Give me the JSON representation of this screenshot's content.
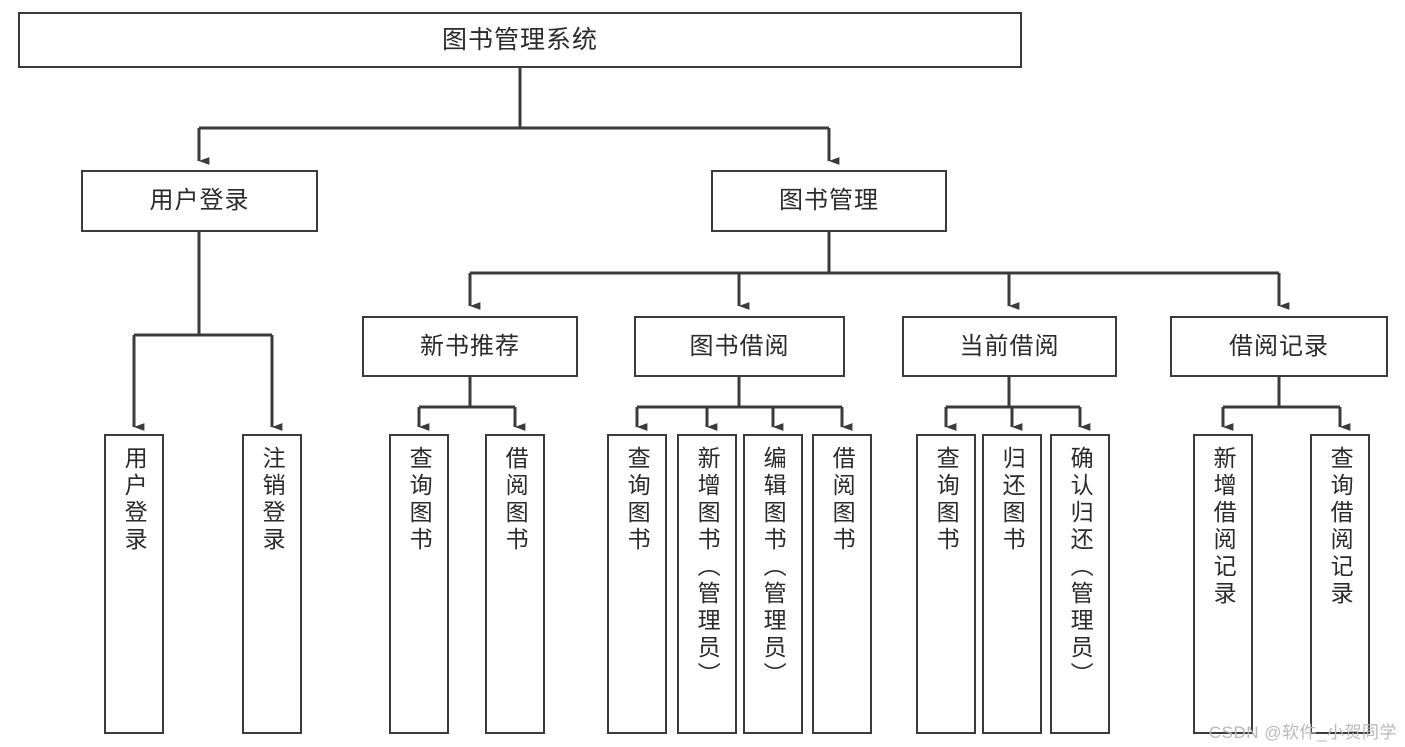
{
  "diagram": {
    "type": "tree-hierarchy",
    "title": "图书管理系统",
    "watermark": "CSDN @软件_小贺同学",
    "colors": {
      "box_border": "#3b3b3b",
      "box_fill": "#ffffff",
      "edge": "#3b3b3b",
      "text": "#2a2a2a",
      "watermark": "#b8b8b8",
      "background": "#ffffff"
    }
  },
  "nodes": {
    "root": {
      "label": "图书管理系统",
      "level": 1
    },
    "level2": [
      {
        "id": "user-login",
        "label": "用户登录"
      },
      {
        "id": "book-management",
        "label": "图书管理"
      }
    ],
    "level3": [
      {
        "id": "new-book-recommend",
        "label": "新书推荐"
      },
      {
        "id": "book-borrow",
        "label": "图书借阅"
      },
      {
        "id": "current-borrow",
        "label": "当前借阅"
      },
      {
        "id": "borrow-record",
        "label": "借阅记录"
      }
    ],
    "leaves": {
      "user_login": [
        {
          "id": "leaf-user-login",
          "label": "用户登录"
        },
        {
          "id": "leaf-logout-login",
          "label": "注销登录"
        }
      ],
      "new_book_recommend": [
        {
          "id": "leaf-query-book-1",
          "label": "查询图书"
        },
        {
          "id": "leaf-borrow-book-1",
          "label": "借阅图书"
        }
      ],
      "book_borrow": [
        {
          "id": "leaf-query-book-2",
          "label": "查询图书"
        },
        {
          "id": "leaf-add-book",
          "label": "新增图书（管理员）"
        },
        {
          "id": "leaf-edit-book",
          "label": "编辑图书（管理员）"
        },
        {
          "id": "leaf-borrow-book-2",
          "label": "借阅图书"
        }
      ],
      "current_borrow": [
        {
          "id": "leaf-query-book-3",
          "label": "查询图书"
        },
        {
          "id": "leaf-return-book",
          "label": "归还图书"
        },
        {
          "id": "leaf-confirm-return",
          "label": "确认归还（管理员）"
        }
      ],
      "borrow_record": [
        {
          "id": "leaf-add-record",
          "label": "新增借阅记录"
        },
        {
          "id": "leaf-query-record",
          "label": "查询借阅记录"
        }
      ]
    }
  }
}
